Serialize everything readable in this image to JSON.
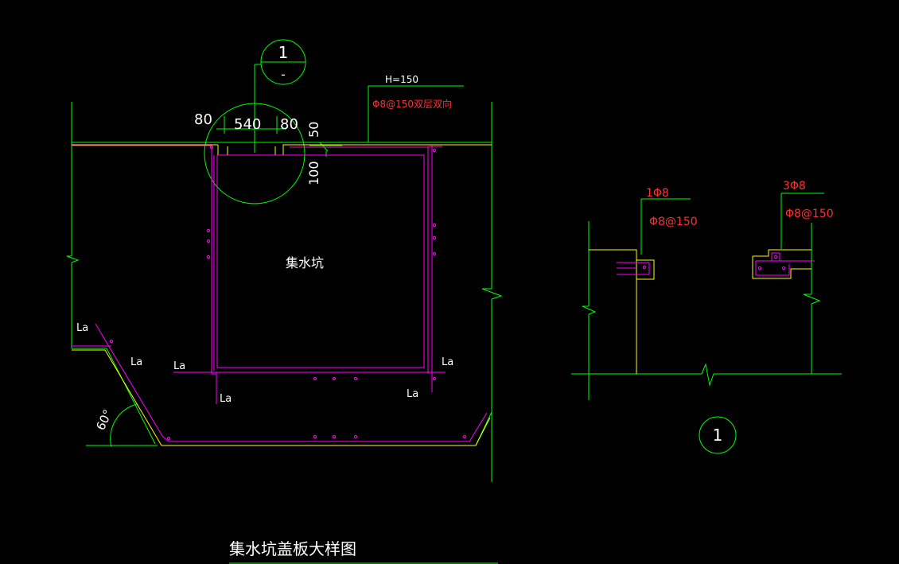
{
  "colors": {
    "background": "#000000",
    "structure": "#00ff00",
    "rebar": "#ff00ff",
    "slab_edge": "#ffff00",
    "dimension_text": "#ffffff",
    "rebar_text": "#ff3030"
  },
  "section_marker": {
    "number": "1",
    "sheet": "-"
  },
  "dimensions": {
    "left_edge": "80",
    "opening": "540",
    "right_edge": "80",
    "top": "50",
    "depth": "100"
  },
  "cover_plate": {
    "thickness": "H=150",
    "reinforcement": "Φ8@150双层双向"
  },
  "pit_label": "集水坑",
  "anchorage_label": "La",
  "angle_label": "60°",
  "detail_left": {
    "top_bar": "1Φ8",
    "stirrup": "Φ8@150"
  },
  "detail_right": {
    "top_bar": "3Φ8",
    "stirrup": "Φ8@150"
  },
  "detail_marker": "1",
  "drawing_title": "集水坑盖板大样图"
}
